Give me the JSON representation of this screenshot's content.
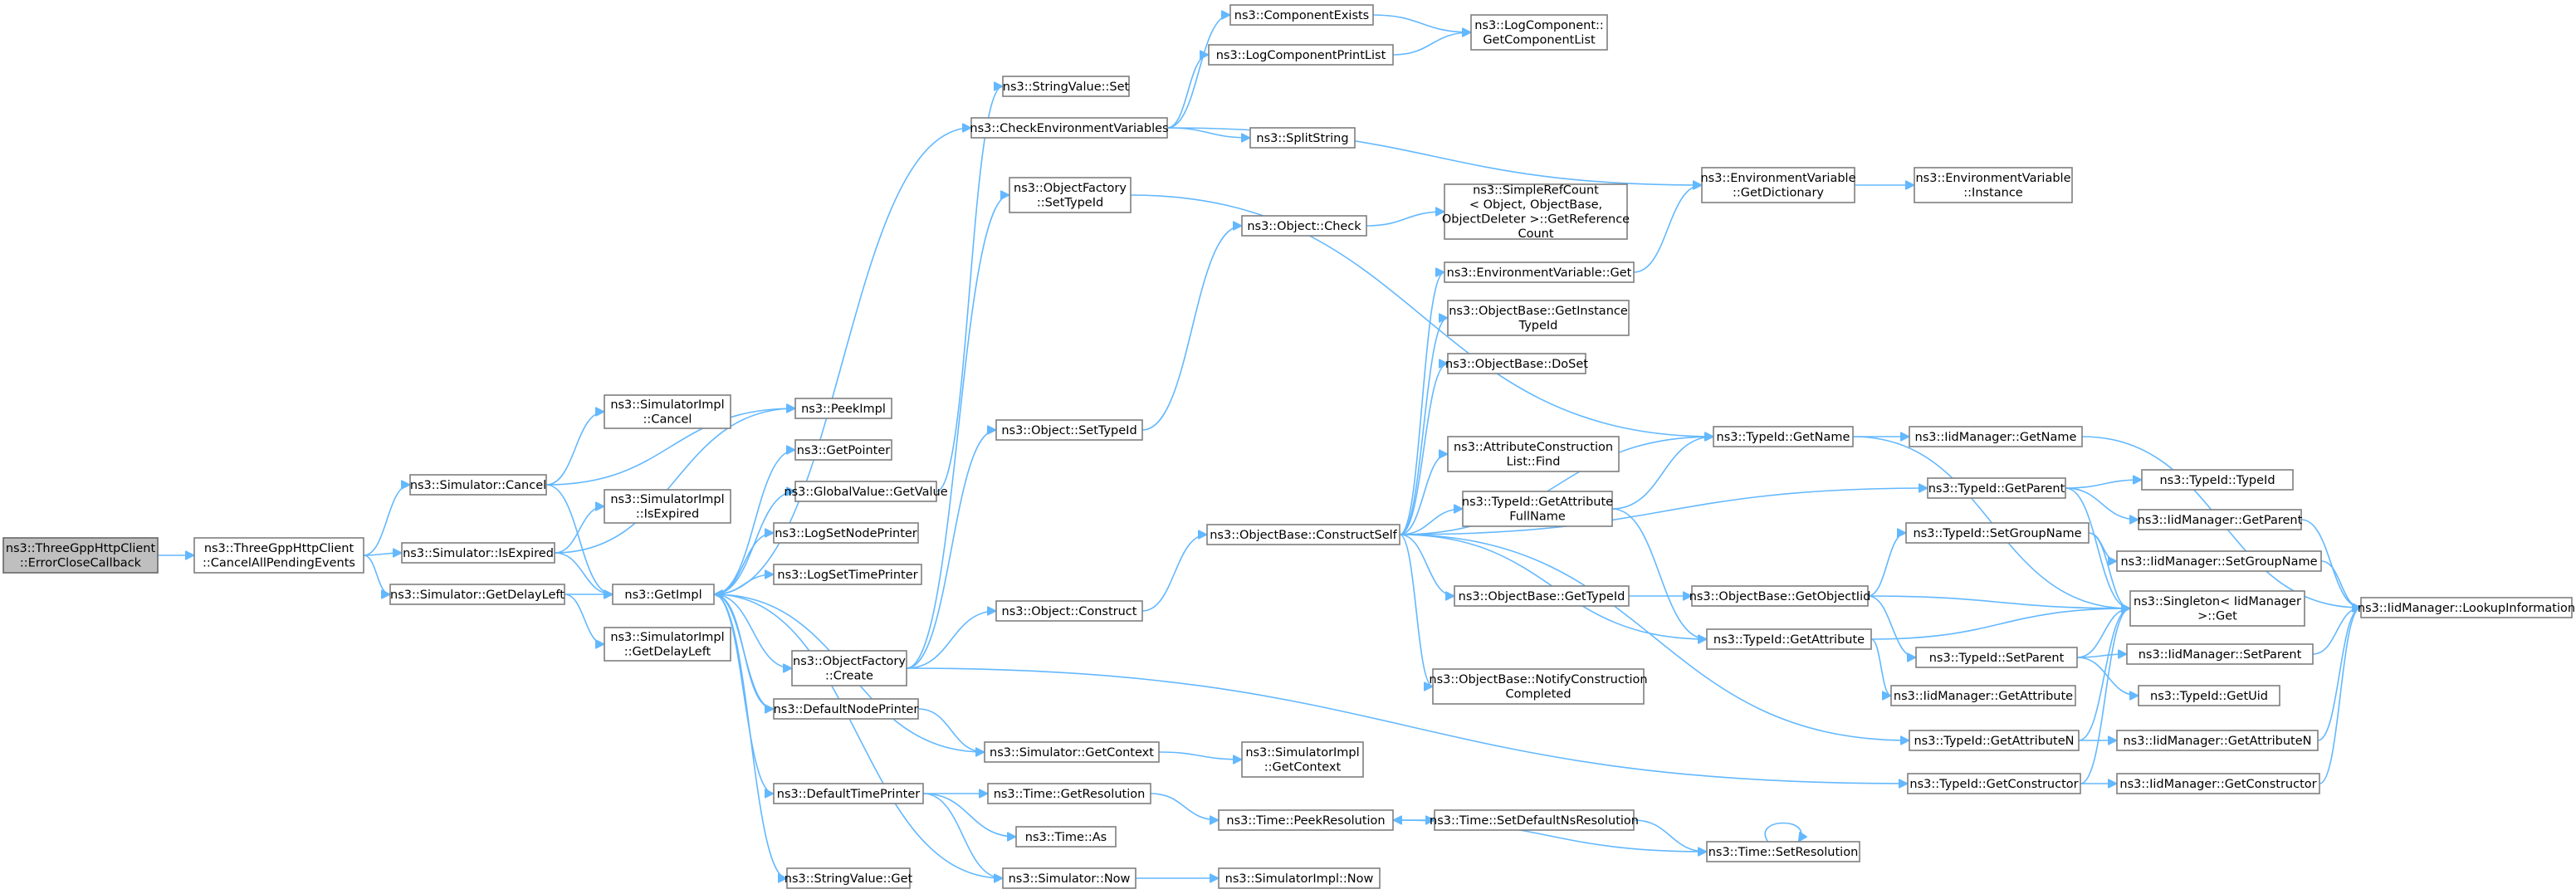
{
  "diagram": {
    "root": "n0",
    "nodes": [
      {
        "id": "n0",
        "lines": [
          "ns3::ThreeGppHttpClient",
          "::ErrorCloseCallback"
        ],
        "highlight": true
      },
      {
        "id": "n1",
        "lines": [
          "ns3::ThreeGppHttpClient",
          "::CancelAllPendingEvents"
        ]
      },
      {
        "id": "n2",
        "lines": [
          "ns3::Simulator::Cancel"
        ]
      },
      {
        "id": "n3",
        "lines": [
          "ns3::Simulator::IsExpired"
        ]
      },
      {
        "id": "n4",
        "lines": [
          "ns3::Simulator::GetDelayLeft"
        ]
      },
      {
        "id": "n5",
        "lines": [
          "ns3::SimulatorImpl",
          "::Cancel"
        ]
      },
      {
        "id": "n6",
        "lines": [
          "ns3::PeekImpl"
        ]
      },
      {
        "id": "n7",
        "lines": [
          "ns3::GetImpl"
        ]
      },
      {
        "id": "n8",
        "lines": [
          "ns3::SimulatorImpl",
          "::IsExpired"
        ]
      },
      {
        "id": "n9",
        "lines": [
          "ns3::SimulatorImpl",
          "::GetDelayLeft"
        ]
      },
      {
        "id": "n10",
        "lines": [
          "ns3::GetPointer"
        ]
      },
      {
        "id": "n11",
        "lines": [
          "ns3::GlobalValue::GetValue"
        ]
      },
      {
        "id": "n12",
        "lines": [
          "ns3::LogSetNodePrinter"
        ]
      },
      {
        "id": "n13",
        "lines": [
          "ns3::LogSetTimePrinter"
        ]
      },
      {
        "id": "n14",
        "lines": [
          "ns3::ObjectFactory",
          "::Create"
        ]
      },
      {
        "id": "n15",
        "lines": [
          "ns3::DefaultNodePrinter"
        ]
      },
      {
        "id": "n16",
        "lines": [
          "ns3::DefaultTimePrinter"
        ]
      },
      {
        "id": "n17",
        "lines": [
          "ns3::StringValue::Get"
        ]
      },
      {
        "id": "n18",
        "lines": [
          "ns3::StringValue::Set"
        ]
      },
      {
        "id": "n19",
        "lines": [
          "ns3::CheckEnvironmentVariables"
        ]
      },
      {
        "id": "n20",
        "lines": [
          "ns3::ObjectFactory",
          "::SetTypeId"
        ]
      },
      {
        "id": "n21",
        "lines": [
          "ns3::Object::SetTypeId"
        ]
      },
      {
        "id": "n22",
        "lines": [
          "ns3::Object::Construct"
        ]
      },
      {
        "id": "n23",
        "lines": [
          "ns3::Simulator::GetContext"
        ]
      },
      {
        "id": "n24",
        "lines": [
          "ns3::Time::GetResolution"
        ]
      },
      {
        "id": "n25",
        "lines": [
          "ns3::Time::As"
        ]
      },
      {
        "id": "n26",
        "lines": [
          "ns3::Simulator::Now"
        ]
      },
      {
        "id": "n27",
        "lines": [
          "ns3::SimulatorImpl",
          "::GetContext"
        ]
      },
      {
        "id": "n28",
        "lines": [
          "ns3::SimulatorImpl::Now"
        ]
      },
      {
        "id": "n29",
        "lines": [
          "ns3::ComponentExists"
        ]
      },
      {
        "id": "n30",
        "lines": [
          "ns3::LogComponentPrintList"
        ]
      },
      {
        "id": "n31",
        "lines": [
          "ns3::SplitString"
        ]
      },
      {
        "id": "n32",
        "lines": [
          "ns3::LogComponent::",
          "GetComponentList"
        ]
      },
      {
        "id": "n33",
        "lines": [
          "ns3::Object::Check"
        ]
      },
      {
        "id": "n34",
        "lines": [
          "ns3::ObjectBase::ConstructSelf"
        ]
      },
      {
        "id": "n35",
        "lines": [
          "ns3::Time::PeekResolution"
        ]
      },
      {
        "id": "n36",
        "lines": [
          "ns3::Time::SetDefaultNsResolution"
        ]
      },
      {
        "id": "n37",
        "lines": [
          "ns3::Time::SetResolution"
        ]
      },
      {
        "id": "n38",
        "lines": [
          "ns3::SimpleRefCount",
          "< Object, ObjectBase,",
          "ObjectDeleter >::GetReference",
          "Count"
        ]
      },
      {
        "id": "n39",
        "lines": [
          "ns3::EnvironmentVariable::Get"
        ]
      },
      {
        "id": "n40",
        "lines": [
          "ns3::ObjectBase::GetInstance",
          "TypeId"
        ]
      },
      {
        "id": "n41",
        "lines": [
          "ns3::ObjectBase::DoSet"
        ]
      },
      {
        "id": "n42",
        "lines": [
          "ns3::AttributeConstruction",
          "List::Find"
        ]
      },
      {
        "id": "n43",
        "lines": [
          "ns3::TypeId::GetAttribute",
          "FullName"
        ]
      },
      {
        "id": "n44",
        "lines": [
          "ns3::ObjectBase::GetTypeId"
        ]
      },
      {
        "id": "n45",
        "lines": [
          "ns3::ObjectBase::NotifyConstruction",
          "Completed"
        ]
      },
      {
        "id": "n46",
        "lines": [
          "ns3::EnvironmentVariable",
          "::GetDictionary"
        ]
      },
      {
        "id": "n47",
        "lines": [
          "ns3::TypeId::GetName"
        ]
      },
      {
        "id": "n48",
        "lines": [
          "ns3::ObjectBase::GetObjectIid"
        ]
      },
      {
        "id": "n49",
        "lines": [
          "ns3::TypeId::GetAttribute"
        ]
      },
      {
        "id": "n50",
        "lines": [
          "ns3::EnvironmentVariable",
          "::Instance"
        ]
      },
      {
        "id": "n51",
        "lines": [
          "ns3::IidManager::GetName"
        ]
      },
      {
        "id": "n52",
        "lines": [
          "ns3::TypeId::GetParent"
        ]
      },
      {
        "id": "n53",
        "lines": [
          "ns3::TypeId::SetGroupName"
        ]
      },
      {
        "id": "n54",
        "lines": [
          "ns3::Singleton< IidManager",
          " >::Get"
        ]
      },
      {
        "id": "n55",
        "lines": [
          "ns3::TypeId::SetParent"
        ]
      },
      {
        "id": "n56",
        "lines": [
          "ns3::IidManager::GetAttribute"
        ]
      },
      {
        "id": "n57",
        "lines": [
          "ns3::TypeId::GetAttributeN"
        ]
      },
      {
        "id": "n58",
        "lines": [
          "ns3::TypeId::GetConstructor"
        ]
      },
      {
        "id": "n59",
        "lines": [
          "ns3::TypeId::TypeId"
        ]
      },
      {
        "id": "n60",
        "lines": [
          "ns3::IidManager::GetParent"
        ]
      },
      {
        "id": "n61",
        "lines": [
          "ns3::IidManager::SetGroupName"
        ]
      },
      {
        "id": "n62",
        "lines": [
          "ns3::IidManager::SetParent"
        ]
      },
      {
        "id": "n63",
        "lines": [
          "ns3::TypeId::GetUid"
        ]
      },
      {
        "id": "n64",
        "lines": [
          "ns3::IidManager::GetAttributeN"
        ]
      },
      {
        "id": "n65",
        "lines": [
          "ns3::IidManager::GetConstructor"
        ]
      },
      {
        "id": "n66",
        "lines": [
          "ns3::IidManager::LookupInformation"
        ]
      }
    ],
    "edges": [
      [
        "n0",
        "n1"
      ],
      [
        "n1",
        "n2"
      ],
      [
        "n1",
        "n3"
      ],
      [
        "n1",
        "n4"
      ],
      [
        "n2",
        "n5"
      ],
      [
        "n2",
        "n6"
      ],
      [
        "n2",
        "n7"
      ],
      [
        "n3",
        "n8"
      ],
      [
        "n3",
        "n6"
      ],
      [
        "n3",
        "n7"
      ],
      [
        "n4",
        "n7"
      ],
      [
        "n4",
        "n9"
      ],
      [
        "n7",
        "n10"
      ],
      [
        "n7",
        "n11"
      ],
      [
        "n7",
        "n12"
      ],
      [
        "n7",
        "n13"
      ],
      [
        "n7",
        "n14"
      ],
      [
        "n7",
        "n15"
      ],
      [
        "n7",
        "n16"
      ],
      [
        "n7",
        "n17"
      ],
      [
        "n7",
        "n19"
      ],
      [
        "n11",
        "n18"
      ],
      [
        "n14",
        "n20"
      ],
      [
        "n14",
        "n21"
      ],
      [
        "n14",
        "n22"
      ],
      [
        "n14",
        "n58"
      ],
      [
        "n15",
        "n23"
      ],
      [
        "n15",
        "n7"
      ],
      [
        "n16",
        "n24"
      ],
      [
        "n16",
        "n25"
      ],
      [
        "n16",
        "n26"
      ],
      [
        "n23",
        "n7"
      ],
      [
        "n23",
        "n27"
      ],
      [
        "n26",
        "n7"
      ],
      [
        "n26",
        "n28"
      ],
      [
        "n19",
        "n29"
      ],
      [
        "n19",
        "n30"
      ],
      [
        "n19",
        "n31"
      ],
      [
        "n19",
        "n46"
      ],
      [
        "n29",
        "n32"
      ],
      [
        "n30",
        "n32"
      ],
      [
        "n20",
        "n47"
      ],
      [
        "n21",
        "n33"
      ],
      [
        "n22",
        "n34"
      ],
      [
        "n33",
        "n38"
      ],
      [
        "n34",
        "n39"
      ],
      [
        "n34",
        "n40"
      ],
      [
        "n34",
        "n41"
      ],
      [
        "n34",
        "n42"
      ],
      [
        "n34",
        "n43"
      ],
      [
        "n34",
        "n44"
      ],
      [
        "n34",
        "n45"
      ],
      [
        "n34",
        "n47"
      ],
      [
        "n34",
        "n49"
      ],
      [
        "n34",
        "n52"
      ],
      [
        "n34",
        "n57"
      ],
      [
        "n24",
        "n35"
      ],
      [
        "n35",
        "n36"
      ],
      [
        "n36",
        "n37"
      ],
      [
        "n37",
        "n35"
      ],
      [
        "n37",
        "n37"
      ],
      [
        "n39",
        "n46"
      ],
      [
        "n46",
        "n50"
      ],
      [
        "n43",
        "n47"
      ],
      [
        "n43",
        "n49"
      ],
      [
        "n44",
        "n48"
      ],
      [
        "n48",
        "n53"
      ],
      [
        "n48",
        "n54"
      ],
      [
        "n48",
        "n55"
      ],
      [
        "n49",
        "n54"
      ],
      [
        "n49",
        "n56"
      ],
      [
        "n47",
        "n51"
      ],
      [
        "n47",
        "n54"
      ],
      [
        "n51",
        "n66"
      ],
      [
        "n52",
        "n59"
      ],
      [
        "n52",
        "n60"
      ],
      [
        "n52",
        "n54"
      ],
      [
        "n53",
        "n61"
      ],
      [
        "n53",
        "n54"
      ],
      [
        "n55",
        "n54"
      ],
      [
        "n55",
        "n62"
      ],
      [
        "n55",
        "n63"
      ],
      [
        "n57",
        "n54"
      ],
      [
        "n57",
        "n64"
      ],
      [
        "n58",
        "n54"
      ],
      [
        "n58",
        "n65"
      ],
      [
        "n60",
        "n66"
      ],
      [
        "n61",
        "n66"
      ],
      [
        "n62",
        "n66"
      ],
      [
        "n64",
        "n66"
      ],
      [
        "n65",
        "n66"
      ]
    ]
  }
}
